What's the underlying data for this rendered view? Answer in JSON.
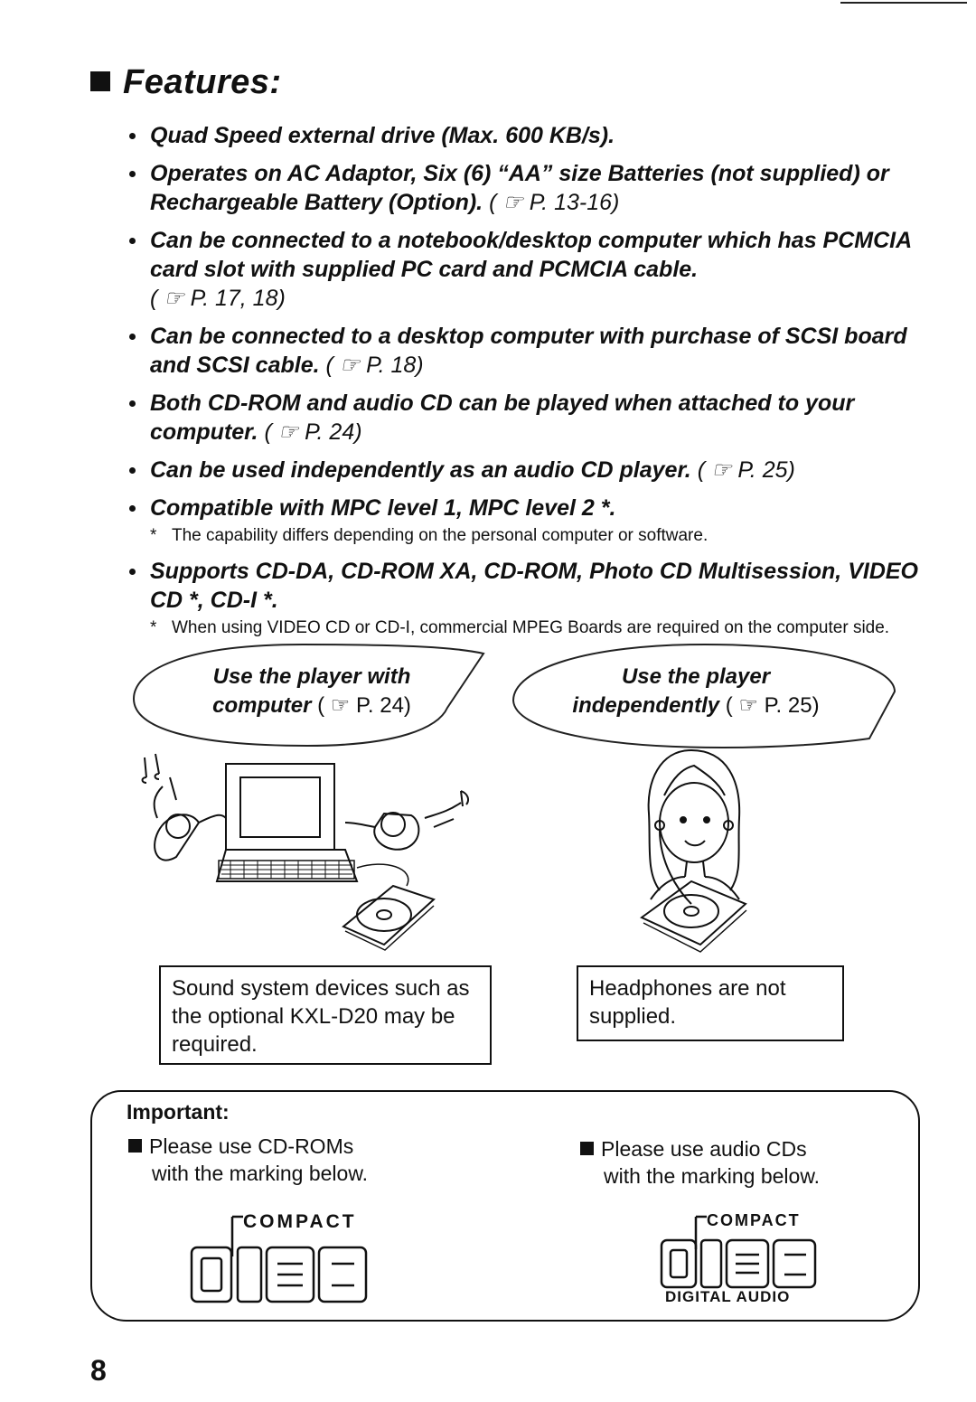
{
  "heading": "Features:",
  "features": [
    {
      "text": "Quad Speed external drive (Max. 600 KB/s).",
      "ref": ""
    },
    {
      "text": "Operates on AC Adaptor, Six (6) “AA” size Batteries (not supplied) or Rechargeable Battery (Option).",
      "ref": "( ☞ P. 13-16)"
    },
    {
      "text": "Can be connected to a notebook/desktop computer which has PCMCIA card slot with supplied PC card and PCMCIA cable.",
      "ref": "( ☞ P. 17, 18)"
    },
    {
      "text": "Can be connected to a desktop computer with purchase of SCSI board and SCSI cable.",
      "ref": "( ☞ P. 18)"
    },
    {
      "text": "Both CD-ROM and audio CD can be played when attached to your computer.",
      "ref": "( ☞ P. 24)"
    },
    {
      "text": "Can be used independently as an audio CD player.",
      "ref": "( ☞ P. 25)"
    },
    {
      "text": "Compatible with MPC level 1, MPC level 2 *.",
      "ref": "",
      "note": "The capability differs depending on the personal computer or software."
    },
    {
      "text": "Supports CD-DA, CD-ROM XA, CD-ROM, Photo CD Multisession, VIDEO CD *, CD-I *.",
      "ref": "",
      "note": "When using VIDEO CD or CD-I, commercial MPEG Boards are required on the computer side."
    }
  ],
  "bubble_left": {
    "line1": "Use the player with",
    "line2": "computer",
    "ref": "( ☞ P. 24)"
  },
  "bubble_right": {
    "line1": "Use the player",
    "line2": "independently",
    "ref": "( ☞ P. 25)"
  },
  "box_left": "Sound system devices such as the optional KXL-D20 may be required.",
  "box_right": "Headphones are not supplied.",
  "important": {
    "title": "Important:",
    "left_line1": "Please use CD-ROMs",
    "left_line2": "with the marking below.",
    "right_line1": "Please use audio CDs",
    "right_line2": "with the marking below."
  },
  "logos": {
    "compact": "COMPACT",
    "disc": "disc",
    "digital_audio": "DIGITAL AUDIO"
  },
  "page_number": "8"
}
